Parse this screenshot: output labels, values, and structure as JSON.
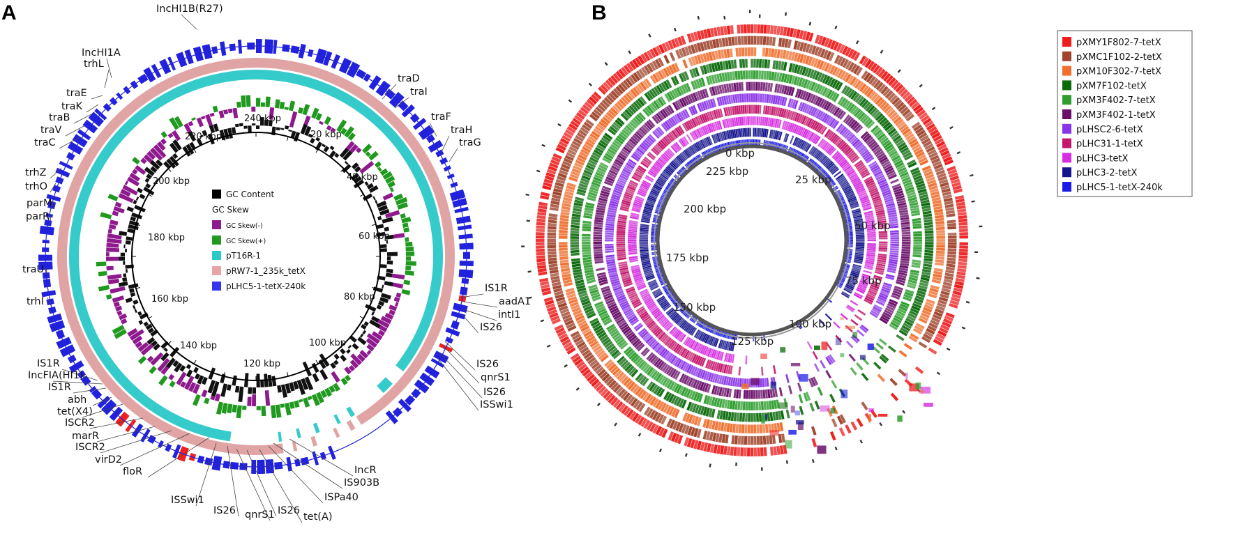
{
  "panels": [
    {
      "letter": "A",
      "ring_ticks": [
        "240 kbp",
        "20 kbp",
        "40 kbp",
        "60 kbp",
        "80 kbp",
        "100 kbp",
        "120 kbp",
        "140 kbp",
        "160 kbp",
        "180 kbp",
        "200 kbp",
        "220 kbp"
      ],
      "legend": [
        {
          "label": "GC Content",
          "color": "#000000",
          "small": false
        },
        {
          "label": "GC Skew",
          "color": null,
          "small": false
        },
        {
          "label": "GC Skew(-)",
          "color": "#8e1a8e",
          "small": true
        },
        {
          "label": "GC Skew(+)",
          "color": "#1f9a1f",
          "small": true
        },
        {
          "label": "pT16R-1",
          "color": "#2cc9c9",
          "small": false
        },
        {
          "label": "pRW7-1_235k_tetX",
          "color": "#e8a5a5",
          "small": false
        },
        {
          "label": "pLHC5-1-tetX-240k",
          "color": "#3535ee",
          "small": false
        }
      ],
      "gene_labels": [
        "IncHI1B(R27)",
        "IncHI1A",
        "trhL",
        "traE",
        "traK",
        "traB",
        "traV",
        "traC",
        "trhZ",
        "trhO",
        "parM",
        "parR",
        "traU",
        "trhI",
        "traD",
        "traI",
        "traF",
        "traH",
        "traG",
        "IS1R",
        "aadA1",
        "intI1",
        "IS26",
        "IS26",
        "qnrS1",
        "IS26",
        "ISSwi1",
        "IS1R",
        "IncFIA(HI1)",
        "IS1R",
        "abh",
        "tet(X4)",
        "ISCR2",
        "marR",
        "ISCR2",
        "virD2",
        "floR",
        "ISSwi1",
        "IS26",
        "qnrS1",
        "IS26",
        "tet(A)",
        "ISPa40",
        "IS903B",
        "IncR"
      ]
    },
    {
      "letter": "B",
      "ring_ticks": [
        "0 kbp",
        "25 kbp",
        "50 kbp",
        "75 kbp",
        "100 kbp",
        "125 kbp",
        "150 kbp",
        "175 kbp",
        "200 kbp",
        "225 kbp"
      ],
      "legend": [
        {
          "label": "pXMY1F802-7-tetX",
          "color": "#ee1c1c"
        },
        {
          "label": "pXMC1F102-2-tetX",
          "color": "#a0442c"
        },
        {
          "label": "pXM10F302-7-tetX",
          "color": "#f07030"
        },
        {
          "label": "pXM7F102-tetX",
          "color": "#0b6b0b"
        },
        {
          "label": "pXM3F402-7-tetX",
          "color": "#2e9e2e"
        },
        {
          "label": "pXM3F402-1-tetX",
          "color": "#6a0f6a"
        },
        {
          "label": "pLHSC2-6-tetX",
          "color": "#8a34e8"
        },
        {
          "label": "pLHC31-1-tetX",
          "color": "#c4166c"
        },
        {
          "label": "pLHC3-tetX",
          "color": "#d62ee0"
        },
        {
          "label": "pLHC3-2-tetX",
          "color": "#14148c"
        },
        {
          "label": "pLHC5-1-tetX-240k",
          "color": "#1a1ae6"
        }
      ]
    }
  ]
}
